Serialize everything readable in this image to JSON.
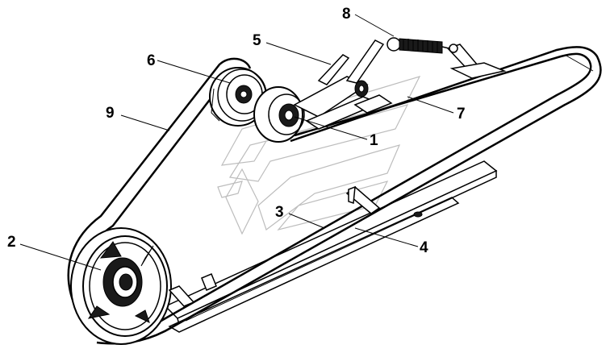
{
  "diagram": {
    "colors": {
      "ink": "#000000",
      "paper": "#ffffff",
      "watermark": "#bdbdbd"
    },
    "callouts": [
      {
        "id": "1",
        "label": "1"
      },
      {
        "id": "2",
        "label": "2"
      },
      {
        "id": "3",
        "label": "3"
      },
      {
        "id": "4",
        "label": "4"
      },
      {
        "id": "5",
        "label": "5"
      },
      {
        "id": "6",
        "label": "6"
      },
      {
        "id": "7",
        "label": "7"
      },
      {
        "id": "8",
        "label": "8"
      },
      {
        "id": "9",
        "label": "9"
      }
    ]
  }
}
